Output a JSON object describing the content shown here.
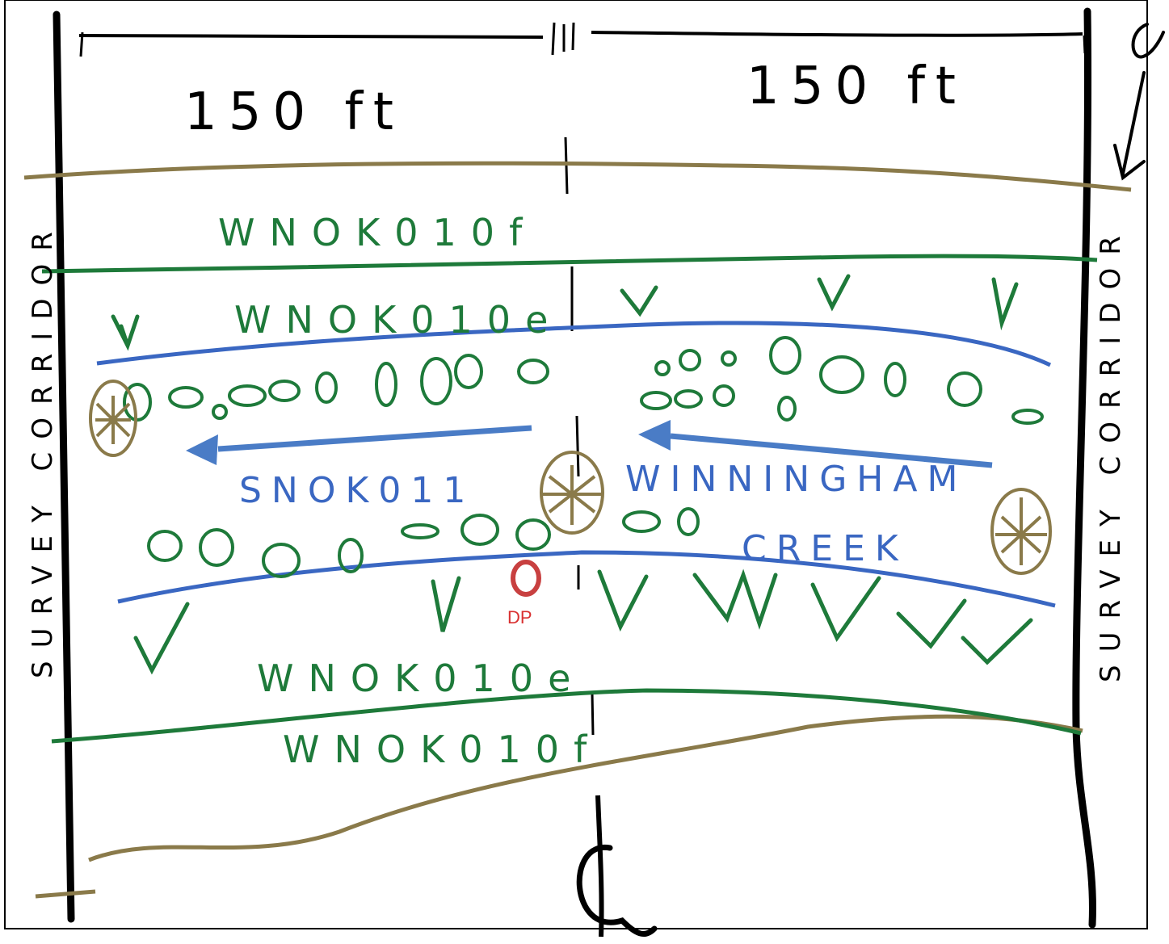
{
  "labels": {
    "left_width": "150 ft",
    "right_width": "150 ft",
    "wetland_f_top": "WNOK010f",
    "wetland_e_top": "WNOK010e",
    "wetland_e_bottom": "WNOK010e",
    "wetland_f_bottom": "WNOK010f",
    "stream_id": "SNOK011",
    "creek_name": "WINNINGHAM",
    "creek_type": "CREEK",
    "data_point": "DP",
    "corridor_left": "SURVEY CORRIDOR",
    "corridor_right": "SURVEY CORRIDOR"
  },
  "colors": {
    "boundary": "#000000",
    "upland": "#8a7a4a",
    "wetland": "#1e7a3a",
    "stream": "#3a67c2",
    "data_point": "#d93030"
  }
}
